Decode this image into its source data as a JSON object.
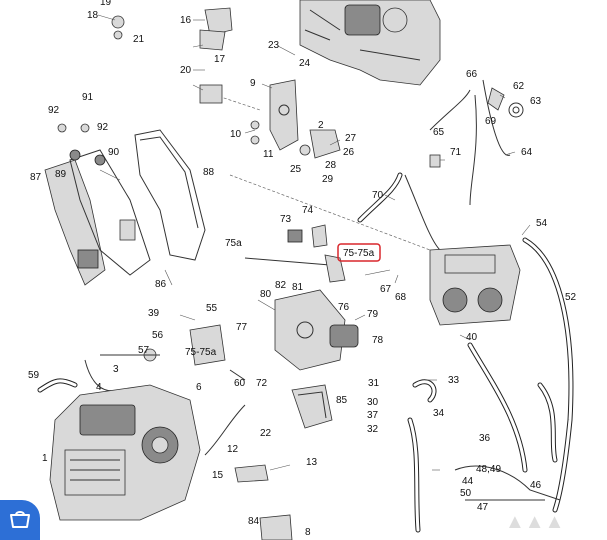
{
  "diagram": {
    "callouts": [
      "18",
      "19",
      "16",
      "17",
      "20",
      "21",
      "24",
      "23",
      "92",
      "91",
      "92",
      "90",
      "89",
      "87",
      "88",
      "9",
      "10",
      "11",
      "2",
      "25",
      "27",
      "26",
      "28",
      "29",
      "71",
      "70",
      "65",
      "66",
      "62",
      "63",
      "69",
      "64",
      "73",
      "74",
      "75a",
      "75-75a",
      "86",
      "54",
      "67",
      "68",
      "52",
      "39",
      "55",
      "57",
      "56",
      "80",
      "82",
      "81",
      "76",
      "79",
      "78",
      "77",
      "59",
      "31",
      "34",
      "33",
      "40",
      "30",
      "37",
      "36",
      "32",
      "22",
      "12",
      "13",
      "15",
      "48,49",
      "44",
      "46",
      "47",
      "50",
      "60",
      "72",
      "6",
      "85",
      "3",
      "4",
      "1",
      "84",
      "8"
    ],
    "highlight_label": "75-75a",
    "highlight_color": "#d9262b"
  },
  "overlay": {
    "cart_icon": "shopping-cart-icon"
  }
}
